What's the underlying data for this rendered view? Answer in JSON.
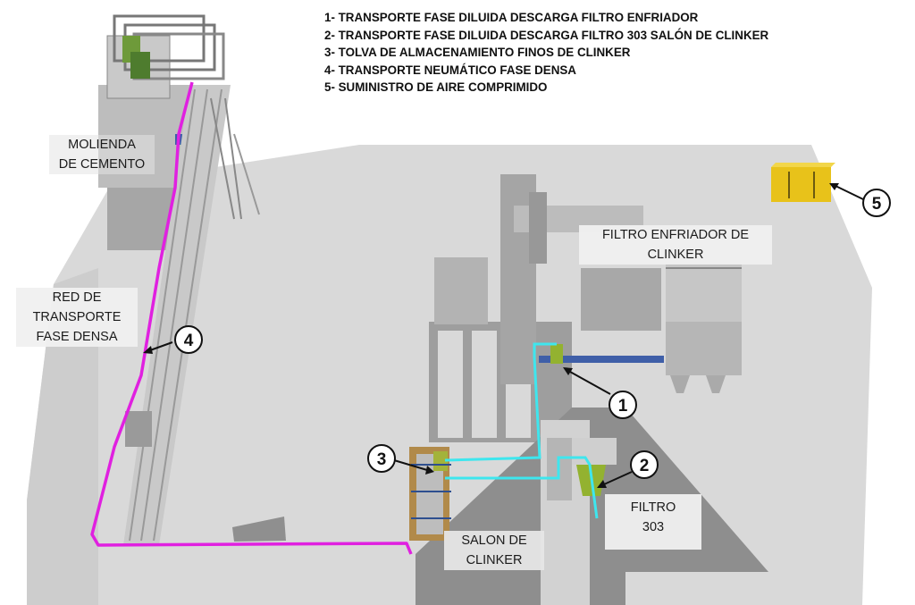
{
  "legend": {
    "items": [
      "1- TRANSPORTE FASE DILUIDA DESCARGA FILTRO ENFRIADOR",
      "2- TRANSPORTE FASE DILUIDA DESCARGA FILTRO 303 SALÓN DE CLINKER",
      "3- TOLVA DE ALMACENAMIENTO FINOS DE CLINKER",
      "4- TRANSPORTE NEUMÁTICO FASE DENSA",
      "5- SUMINISTRO DE AIRE COMPRIMIDO"
    ]
  },
  "labels": {
    "molienda": [
      "MOLIENDA",
      "DE CEMENTO"
    ],
    "red": [
      "RED DE",
      "TRANSPORTE",
      "FASE DENSA"
    ],
    "filtro_enfriador": [
      "FILTRO ENFRIADOR DE",
      "CLINKER"
    ],
    "filtro_303": [
      "FILTRO",
      "303"
    ],
    "salon": [
      "SALON DE",
      "CLINKER"
    ]
  },
  "markers": [
    "1",
    "2",
    "3",
    "4",
    "5"
  ],
  "colors": {
    "dense_phase_line": "#e020e0",
    "dilute_phase_line": "#3ee6ee",
    "compressor": "#e8c21a"
  }
}
